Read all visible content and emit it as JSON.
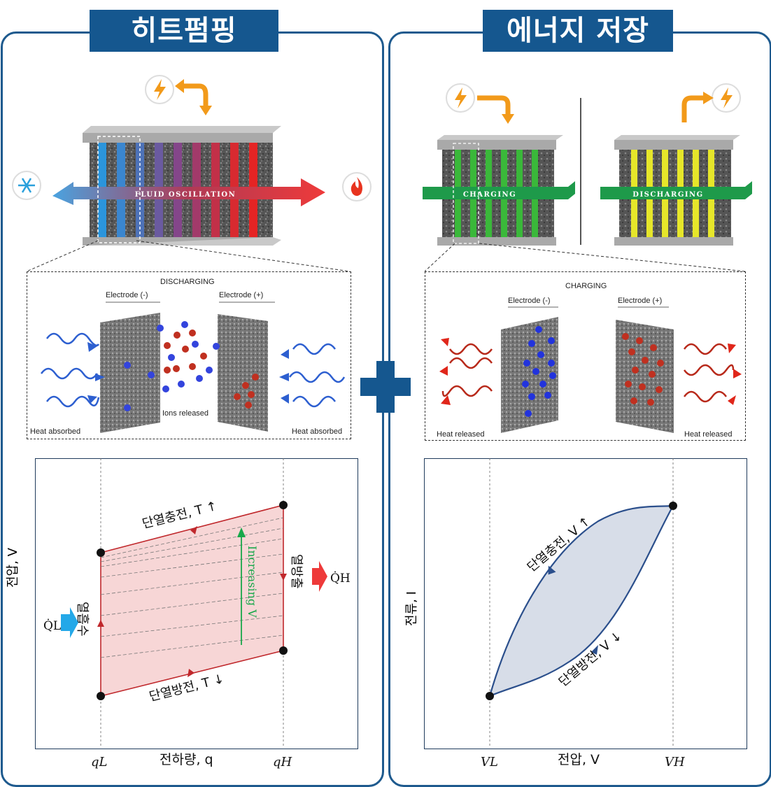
{
  "left": {
    "title": "히트펌핑",
    "band_label": "FLUID OSCILLATION",
    "box": {
      "title": "DISCHARGING",
      "electrode_neg": "Electrode (-)",
      "electrode_pos": "Electrode (+)",
      "center_label": "Ions released",
      "left_label": "Heat absorbed",
      "right_label": "Heat absorbed"
    },
    "plot": {
      "top_label": "단열충전, T ↑",
      "bottom_label": "단열방전, T ↓",
      "left_label": "열흡수",
      "right_label": "열방출",
      "increasing": "Increasing V",
      "ylabel": "전압, V",
      "xlabel": "전하량, q",
      "x_tick_low": "qL",
      "x_tick_high": "qH",
      "q_low_label": "Q̇L",
      "q_high_label": "Q̇H"
    }
  },
  "right": {
    "title": "에너지 저장",
    "band_label_charging": "CHARGING",
    "band_label_discharging": "DISCHARGING",
    "box": {
      "title": "CHARGING",
      "electrode_neg": "Electrode (-)",
      "electrode_pos": "Electrode (+)",
      "left_label": "Heat released",
      "right_label": "Heat released"
    },
    "plot": {
      "upper_label": "단열충전, V ↑",
      "lower_label": "단열방전, V ↓",
      "ylabel": "전류, I",
      "xlabel": "전압, V",
      "x_tick_low": "VL",
      "x_tick_high": "VH"
    }
  },
  "colors": {
    "panel_border": "#1e5a8e",
    "title_bg": "#15578f",
    "cycle_line": "#c0282c",
    "cycle_fill": "#f6d2d2",
    "energy_line": "#2b4f8c",
    "energy_fill": "#d5dbe6",
    "green_arrow": "#18a84a"
  }
}
